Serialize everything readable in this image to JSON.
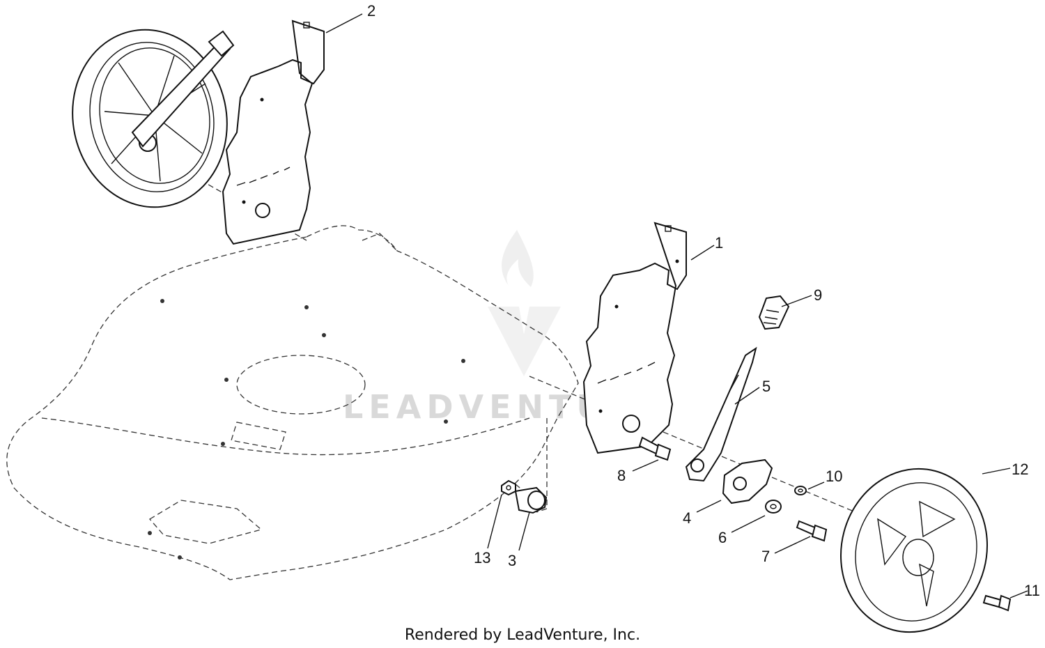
{
  "diagram": {
    "callouts": [
      "1",
      "2",
      "3",
      "4",
      "5",
      "6",
      "7",
      "8",
      "9",
      "10",
      "11",
      "12",
      "13"
    ],
    "watermark": "LEADVENTURE",
    "footer": "Rendered by LeadVenture, Inc."
  }
}
